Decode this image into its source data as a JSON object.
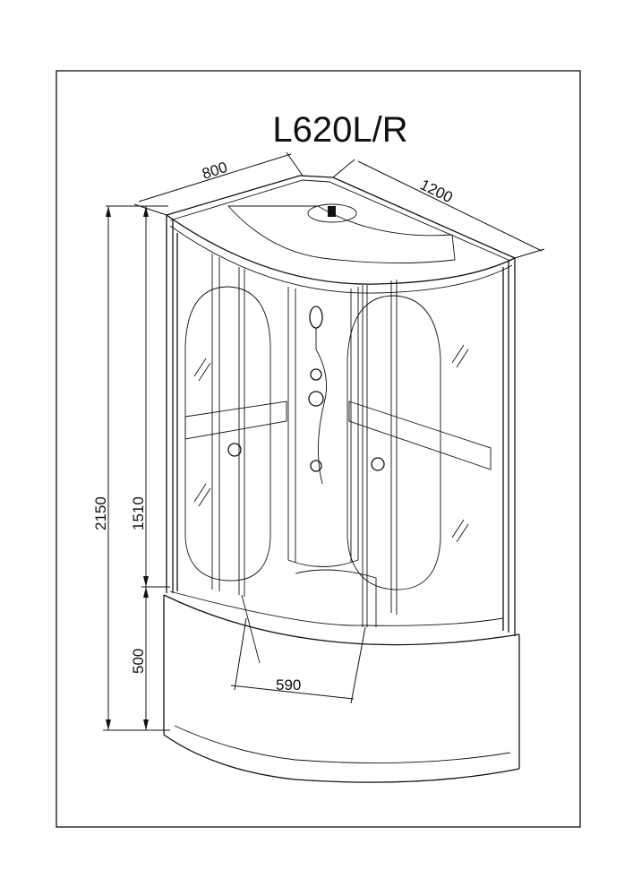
{
  "title": "L620L/R",
  "dimensions": {
    "depth": "800",
    "width": "1200",
    "total_height": "2150",
    "cabin_height": "1510",
    "tub_height": "500",
    "door_opening": "590"
  },
  "colors": {
    "line": "#111111",
    "background": "#ffffff"
  }
}
